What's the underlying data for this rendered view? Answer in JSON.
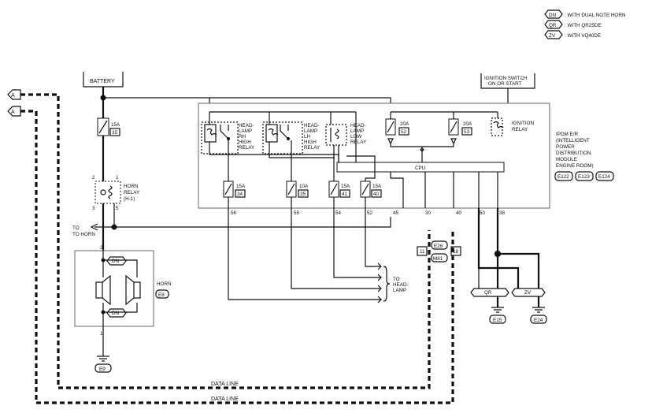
{
  "legend": [
    {
      "code": "DN",
      "text": ": WITH DUAL NOTE HORN"
    },
    {
      "code": "QR",
      "text": ": WITH QR25DE"
    },
    {
      "code": "ZV",
      "text": ": WITH VQ40DE"
    }
  ],
  "connectors": {
    "a": "A",
    "b": "A"
  },
  "battery": "BATTERY",
  "ignition_switch": [
    "IGNITION SWITCH",
    "ON OR START"
  ],
  "horn_fuse": {
    "rating": "15A",
    "number": "35"
  },
  "horn_relay": {
    "label": [
      "HORN",
      "RELAY"
    ],
    "number": "(H-1)",
    "pins": {
      "p2": "2",
      "p1": "1",
      "p3": "3",
      "p5": "5"
    }
  },
  "to_horn": "TO HORN",
  "horn": {
    "label": "HORN",
    "connector": "E8",
    "pins": {
      "p2": "2",
      "p1": "1"
    }
  },
  "dn_tags": [
    "DN",
    "DN"
  ],
  "ground_main": "E9",
  "relays": {
    "rh_high": [
      "HEAD-",
      "LAMP",
      "RH",
      "HIGH",
      "RELAY"
    ],
    "lh_high": [
      "HEAD-",
      "LAMP",
      "LH",
      "HIGH",
      "RELAY"
    ],
    "low": [
      "HEAD-",
      "LAMP",
      "LOW",
      "RELAY"
    ],
    "ignition": [
      "IGNITION",
      "RELAY"
    ]
  },
  "internal_fuses": [
    {
      "rating": "20A",
      "number": "52"
    },
    {
      "rating": "20A",
      "number": "53"
    }
  ],
  "cpu": "CPU",
  "ipdm": {
    "label": [
      "IPDM E/R",
      "(INTELLIGENT",
      "POWER",
      "DISTRIBUTION",
      "MODULE",
      "ENGINE ROOM)"
    ],
    "connectors": [
      "E122",
      "E123",
      "E124"
    ]
  },
  "lamp_fuses": [
    {
      "rating": "15A",
      "number": "34"
    },
    {
      "rating": "10A",
      "number": "35"
    },
    {
      "rating": "15A",
      "number": "41"
    },
    {
      "rating": "15A",
      "number": "40"
    }
  ],
  "terminals": [
    "56",
    "55",
    "54",
    "52",
    "45",
    "30",
    "40",
    "50",
    "38"
  ],
  "headlamp_label": [
    "TO",
    "HEAD-",
    "LAMP"
  ],
  "joint_connector": {
    "left": "11",
    "right": "18",
    "top": "E26",
    "bottom": "M81"
  },
  "qr_tag": "QR",
  "zv_tag": "ZV",
  "grounds": [
    "E15",
    "E24"
  ],
  "data_line_labels": [
    "DATA LINE",
    "DATA LINE"
  ]
}
